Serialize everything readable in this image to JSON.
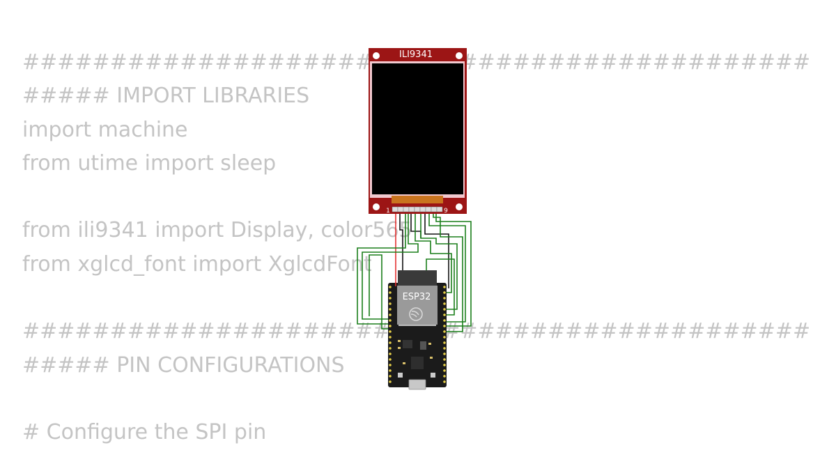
{
  "code": {
    "lines": [
      "#############################################",
      "##### IMPORT LIBRARIES",
      "import machine",
      "from utime import sleep",
      "",
      "from ili9341 import Display, color565",
      "from xglcd_font import XglcdFont",
      "",
      "#############################################",
      "##### PIN CONFIGURATIONS",
      "",
      "# Configure the SPI pin"
    ]
  },
  "display": {
    "label": "ILI9341",
    "pin_first": "1",
    "pin_last": "9",
    "board_color": "#9c1515",
    "screen_color": "#000000"
  },
  "esp32": {
    "label": "ESP32",
    "board_color": "#1b1b1b",
    "module_color": "#9a9a9a"
  },
  "wires": {
    "green": "#1a7f1a",
    "red": "#e53030",
    "black": "#111111"
  }
}
